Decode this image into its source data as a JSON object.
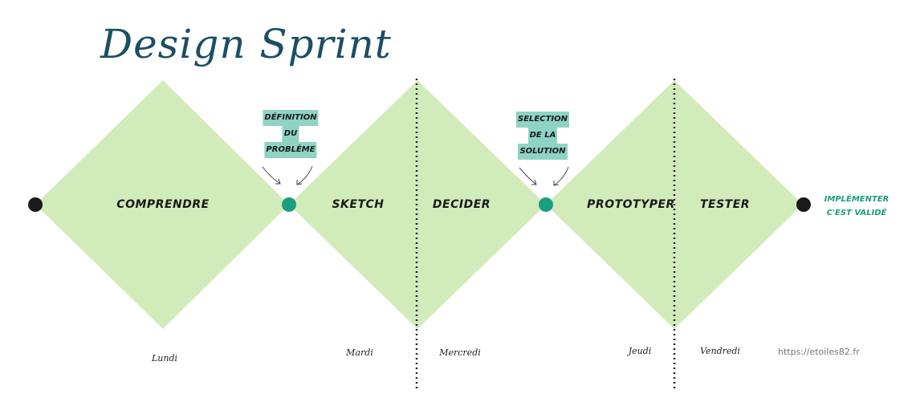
{
  "title": "Design Sprint",
  "phases": [
    "Comprendre",
    "Sketch",
    "Decider",
    "Prototyper",
    "tester"
  ],
  "notes": {
    "definition": [
      "Définition",
      "du",
      "problème"
    ],
    "selection": [
      "selection",
      "de la",
      "solution"
    ]
  },
  "end_label": [
    "Implémenter",
    "c'est validé"
  ],
  "days": [
    "Lundi",
    "Mardi",
    "Mercredi",
    "Jeudi",
    "Vendredi"
  ],
  "url": "https://etoiles82.fr",
  "colors": {
    "diamond": "#d2ebbb",
    "teal": "#1a9e80",
    "dark": "#1a1a1a",
    "title": "#1b4f64",
    "highlight": "#8fd3c4"
  }
}
